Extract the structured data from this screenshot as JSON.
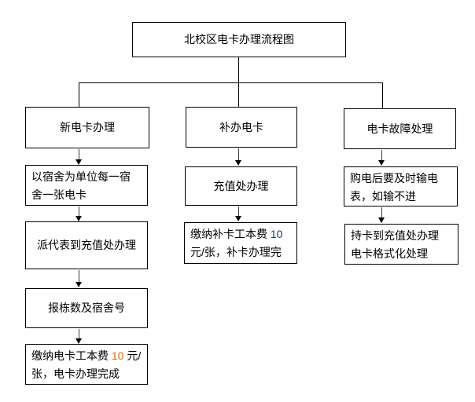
{
  "title": "北校区电卡办理流程图",
  "colors": {
    "line": "#000000",
    "box_border": "#000000",
    "highlight_orange": "#E36C0A",
    "highlight_blue": "#1F3864"
  },
  "branches": {
    "new_card": {
      "header": "新电卡办理",
      "steps": {
        "dorm_unit": {
          "line1": "以宿舍为单位每一宿",
          "line2": "舍一张电卡"
        },
        "send_rep": "派代表到充值处办理",
        "report_number": "报栋数及宿舍号",
        "pay_fee": {
          "seg1": "缴纳电卡工本费 ",
          "num": "10",
          "seg2": " 元/",
          "line2": "张，电卡办理完成"
        }
      }
    },
    "reissue_card": {
      "header": "补办电卡",
      "steps": {
        "recharge_office": "充值处办理",
        "pay_fee": {
          "seg1": "缴纳补卡工本费 ",
          "num": "10",
          "line2": "元/张，补卡办理完"
        }
      }
    },
    "card_fault": {
      "header": "电卡故障处理",
      "steps": {
        "input_meter": {
          "line1": "购电后要及时输电",
          "line2": "表，如输不进"
        },
        "format_card": {
          "line1": "持卡到充值处办理",
          "line2": "电卡格式化处理"
        }
      }
    }
  }
}
